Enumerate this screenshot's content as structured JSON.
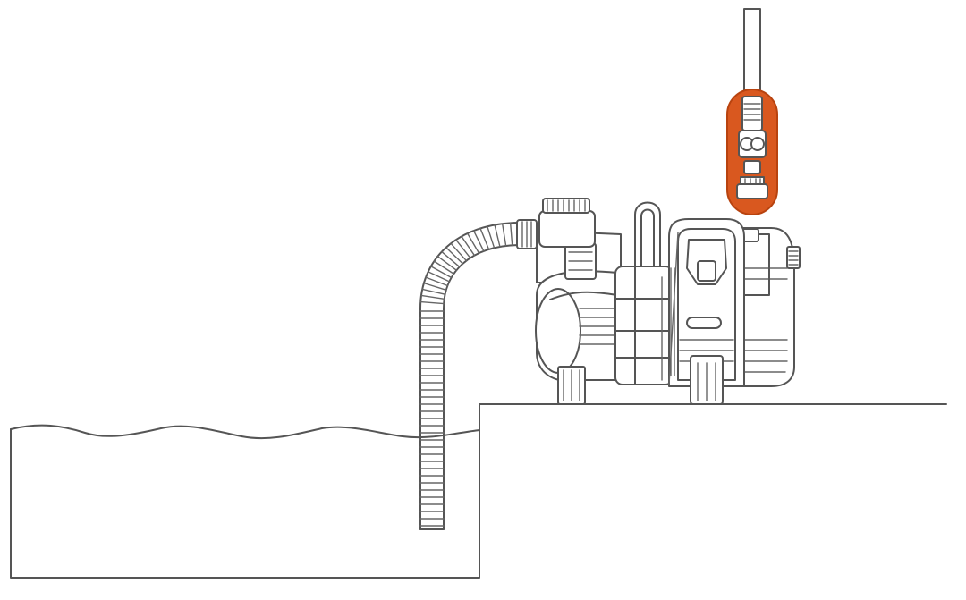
{
  "diagram": {
    "kind": "pump-installation-illustration",
    "components": [
      {
        "id": "water-tank",
        "icon": "water-reservoir"
      },
      {
        "id": "suction-hose",
        "icon": "corrugated-hose"
      },
      {
        "id": "garden-pump",
        "icon": "pump-unit"
      },
      {
        "id": "hose-connector",
        "icon": "quick-connector",
        "highlighted": true
      },
      {
        "id": "delivery-hose",
        "icon": "outlet-hose"
      }
    ]
  },
  "colors": {
    "line": "#555555",
    "highlight": "#d9581f",
    "highlight_border": "#b8430f",
    "background": "#ffffff"
  }
}
